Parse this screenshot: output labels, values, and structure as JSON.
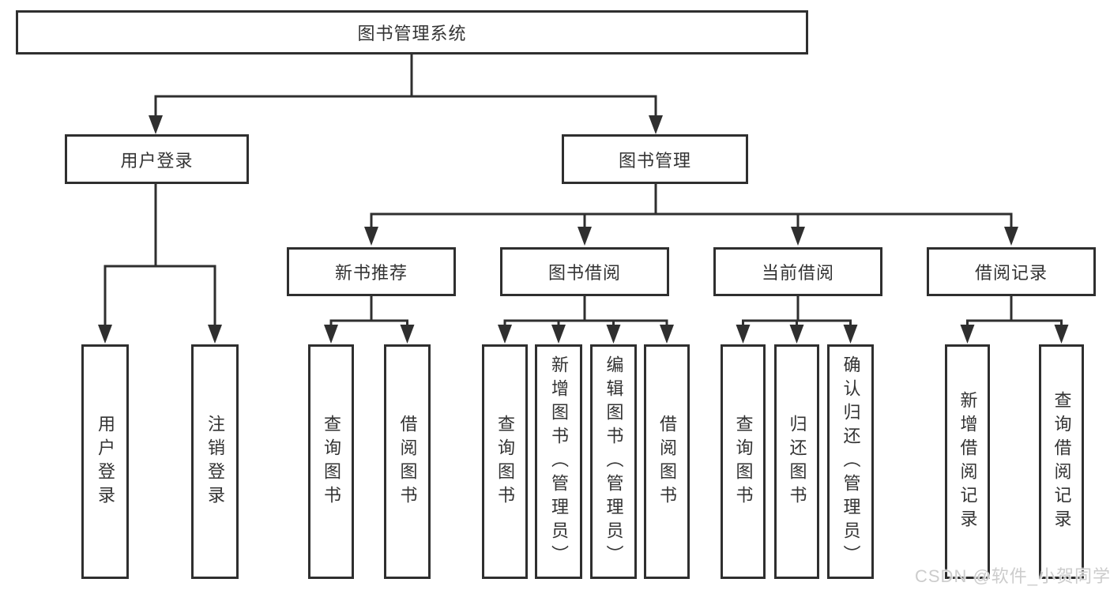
{
  "diagram": {
    "root": {
      "label": "图书管理系统"
    },
    "branches": [
      {
        "label": "用户登录",
        "children": [
          {
            "label": "用户登录"
          },
          {
            "label": "注销登录"
          }
        ]
      },
      {
        "label": "图书管理",
        "children": [
          {
            "label": "新书推荐",
            "children": [
              {
                "label": "查询图书"
              },
              {
                "label": "借阅图书"
              }
            ]
          },
          {
            "label": "图书借阅",
            "children": [
              {
                "label": "查询图书"
              },
              {
                "label": "新增图书（管理员）"
              },
              {
                "label": "编辑图书（管理员）"
              },
              {
                "label": "借阅图书"
              }
            ]
          },
          {
            "label": "当前借阅",
            "children": [
              {
                "label": "查询图书"
              },
              {
                "label": "归还图书"
              },
              {
                "label": "确认归还（管理员）"
              }
            ]
          },
          {
            "label": "借阅记录",
            "children": [
              {
                "label": "新增借阅记录"
              },
              {
                "label": "查询借阅记录"
              }
            ]
          }
        ]
      }
    ]
  },
  "watermark": {
    "text": "CSDN @软件_小贺同学"
  },
  "colors": {
    "line": "#2f2f2f",
    "text": "#333333",
    "background": "#ffffff",
    "watermark": "#c9c9c9"
  }
}
